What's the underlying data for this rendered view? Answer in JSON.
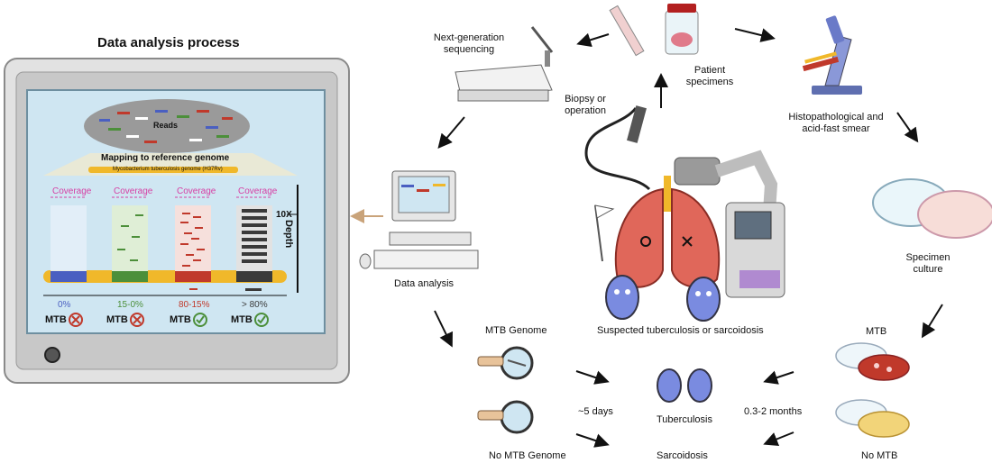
{
  "panel": {
    "title": "Data analysis process",
    "reads_label": "Reads",
    "mapping_label": "Mapping to reference genome",
    "mapping_sub": "Mycobacterium tuberculosis genome (H37Rv)",
    "depth_label": "Depth",
    "depth_tick": "10X",
    "coverage_label": "Coverage",
    "columns": [
      {
        "pct": "> 80%",
        "result": "MTB",
        "positive": true,
        "color": "#3a3a3a"
      },
      {
        "pct": "80-15%",
        "result": "MTB",
        "positive": true,
        "color": "#c0392b"
      },
      {
        "pct": "15-0%",
        "result": "MTB",
        "positive": false,
        "color": "#4c8f3a"
      },
      {
        "pct": "0%",
        "result": "MTB",
        "positive": false,
        "color": "#4a5fc1"
      }
    ]
  },
  "steps": {
    "ngs": "Next-generation sequencing",
    "patient": "Patient specimens",
    "histo": "Histopathological and acid-fast smear",
    "biopsy": "Biopsy or operation",
    "data_analysis": "Data analysis",
    "culture": "Specimen culture",
    "center": "Suspected tuberculosis or sarcoidosis",
    "mtb_genome": "MTB Genome",
    "no_mtb_genome": "No MTB Genome",
    "mtb": "MTB",
    "no_mtb": "No MTB",
    "tuberculosis": "Tuberculosis",
    "sarcoidosis": "Sarcoidosis",
    "days": "~5 days",
    "months": "0.3-2 months"
  },
  "colors": {
    "frame": "#d9d9d9",
    "screen": "#cfe6f2",
    "gold": "#f0b82a",
    "arrow": "#111111",
    "arrow_beige": "#c9a37a",
    "lung": "#e0675a",
    "bacteria": "#7a8be0"
  }
}
